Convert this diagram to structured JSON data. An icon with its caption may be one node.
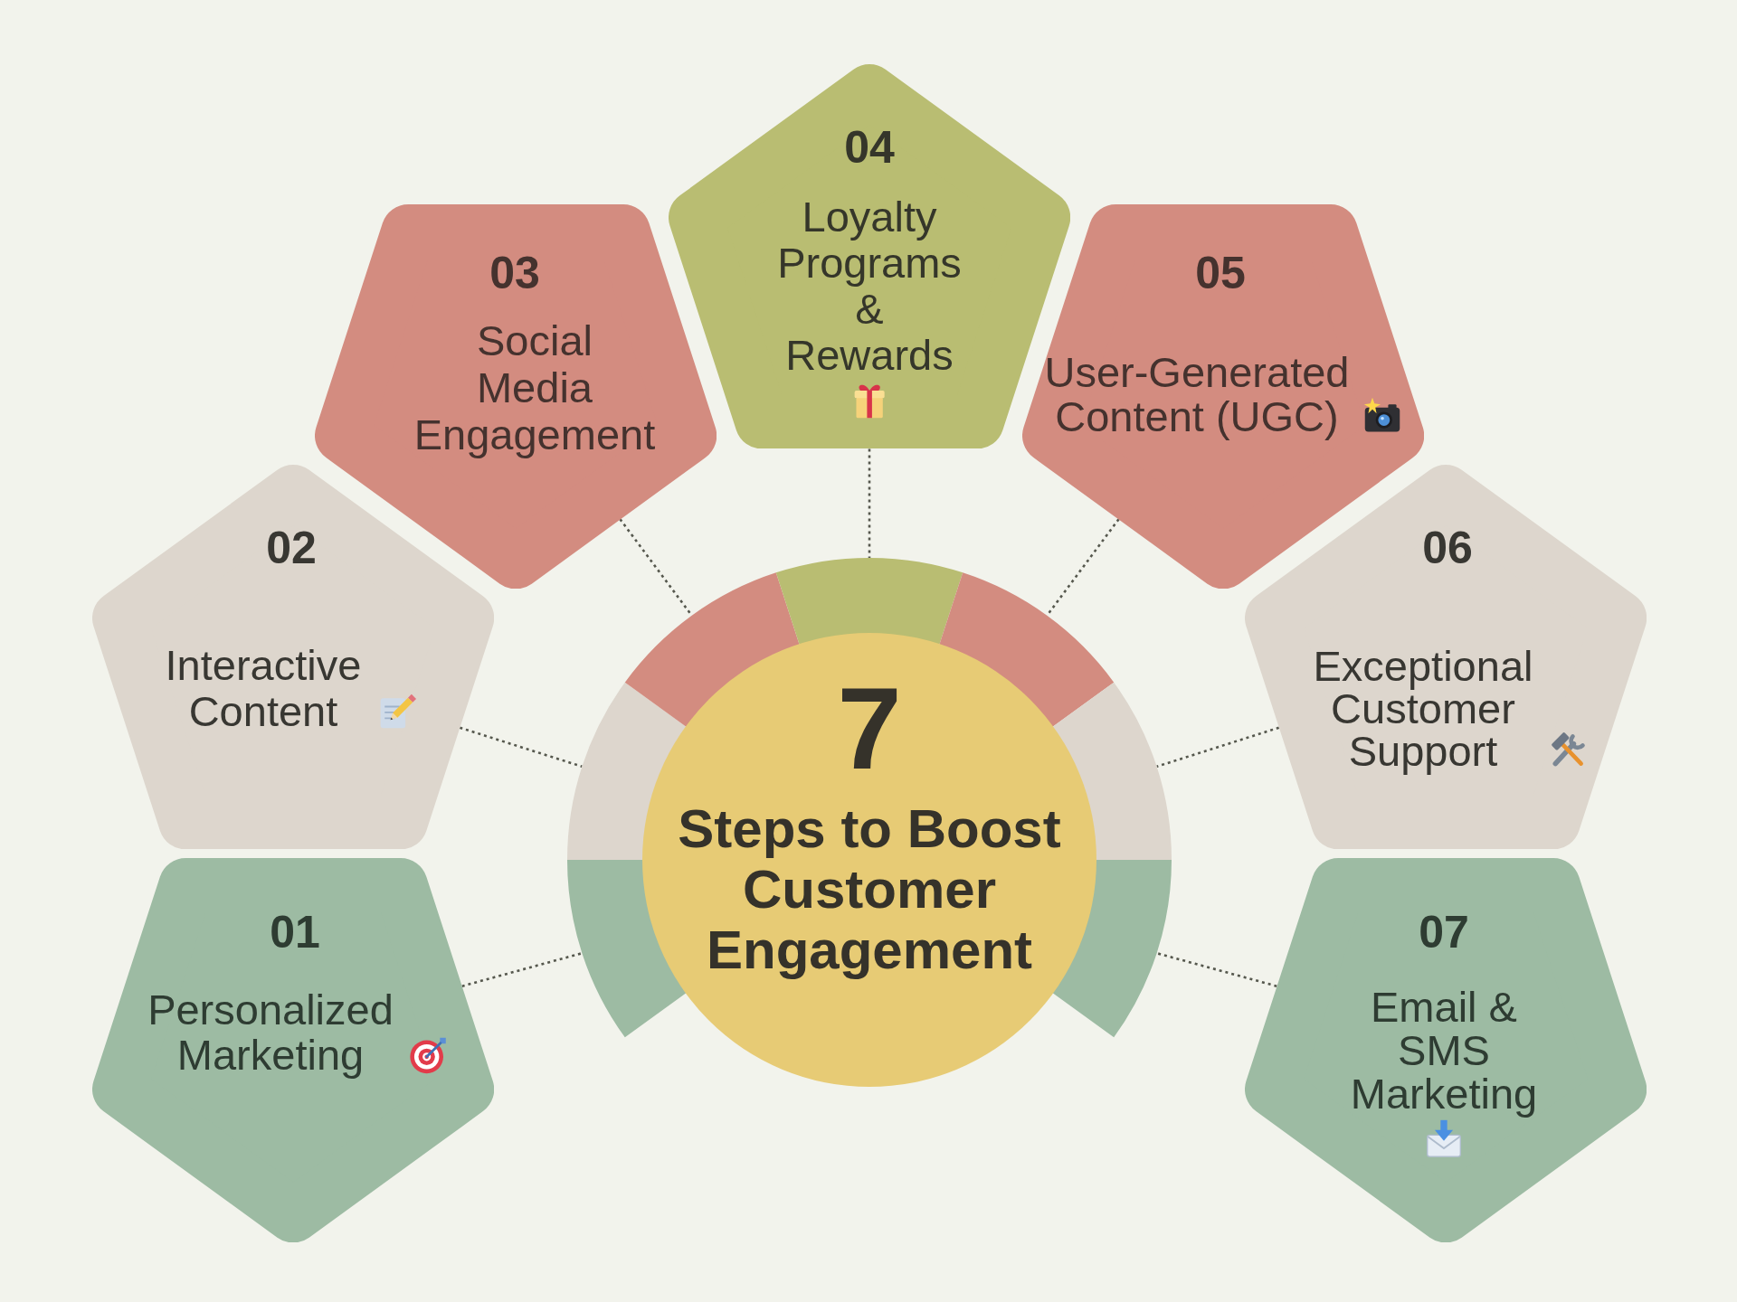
{
  "diagram": {
    "nodes": [
      {
        "text": [
          "7",
          "Steps to Boost Customer Engagement"
        ]
      },
      {
        "text": [
          "01",
          "Personalized Marketing"
        ]
      },
      {
        "text": [
          "02",
          "Interactive Content"
        ]
      },
      {
        "text": [
          "03",
          "Social Media Engagement"
        ]
      },
      {
        "text": [
          "04",
          "Loyalty Programs & Rewards"
        ]
      },
      {
        "text": [
          "05",
          "User-Generated Content (UGC)"
        ]
      },
      {
        "text": [
          "06",
          "Exceptional Customer Support"
        ]
      },
      {
        "text": [
          "07",
          "Email & SMS Marketing"
        ]
      },
      {
        "text": [],
        "shape": "arc"
      },
      {
        "text": [],
        "shape": "arc"
      },
      {
        "text": [],
        "shape": "arc"
      },
      {
        "text": [],
        "shape": "arc"
      },
      {
        "text": [],
        "shape": "arc"
      },
      {
        "text": [],
        "shape": "arc"
      },
      {
        "text": [],
        "shape": "arc"
      }
    ],
    "edges": [
      {
        "from": 1,
        "to": 8,
        "arrow": "none",
        "style": "dashed"
      },
      {
        "from": 2,
        "to": 9,
        "arrow": "none",
        "style": "dashed"
      },
      {
        "from": 3,
        "to": 10,
        "arrow": "none",
        "style": "dashed"
      },
      {
        "from": 4,
        "to": 11,
        "arrow": "none",
        "style": "dashed"
      },
      {
        "from": 5,
        "to": 12,
        "arrow": "none",
        "style": "dashed"
      },
      {
        "from": 6,
        "to": 13,
        "arrow": "none",
        "style": "dashed"
      },
      {
        "from": 7,
        "to": 14,
        "arrow": "none",
        "style": "dashed"
      }
    ]
  }
}
